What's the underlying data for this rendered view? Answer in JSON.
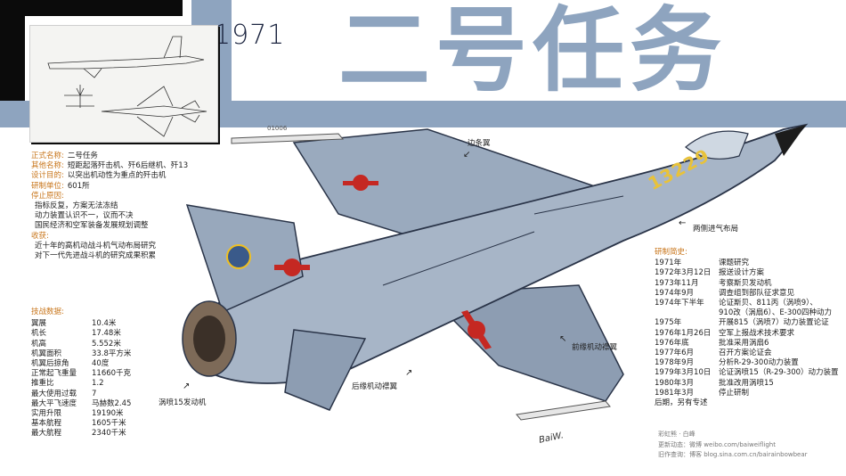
{
  "header": {
    "year": "1971",
    "title": "二号任务"
  },
  "info": {
    "items": [
      {
        "label": "正式名称:",
        "value": "二号任务"
      },
      {
        "label": "其他名称:",
        "value": "短距起落歼击机、歼6后继机、歼13"
      },
      {
        "label": "设计目的:",
        "value": "以突出机动性为重点的歼击机"
      },
      {
        "label": "研制单位:",
        "value": "601所"
      }
    ],
    "stop_heading": "停止原因:",
    "stop_reasons": [
      "指标反复，方案无法冻结",
      "动力装置认识不一，议而不决",
      "国民经济和空军装备发展规划调整"
    ],
    "harvest_heading": "收获:",
    "harvest": [
      "近十年的高机动战斗机气动布局研究",
      "对下一代先进战斗机的研究成果积累"
    ]
  },
  "specs": {
    "heading": "技战数据:",
    "rows": [
      {
        "label": "翼展",
        "value": "10.4米"
      },
      {
        "label": "机长",
        "value": "17.48米"
      },
      {
        "label": "机高",
        "value": "5.552米"
      },
      {
        "label": "机翼面积",
        "value": "33.8平方米"
      },
      {
        "label": "机翼后掠角",
        "value": "40度"
      },
      {
        "label": "正常起飞重量",
        "value": "11660千克"
      },
      {
        "label": "推重比",
        "value": "1.2"
      },
      {
        "label": "最大使用过载",
        "value": "7"
      },
      {
        "label": "最大平飞速度",
        "value": "马赫数2.45"
      },
      {
        "label": "实用升限",
        "value": "19190米"
      },
      {
        "label": "基本航程",
        "value": "1605千米"
      },
      {
        "label": "最大航程",
        "value": "2340千米"
      }
    ]
  },
  "history": {
    "heading": "研制简史:",
    "rows": [
      {
        "date": "1971年",
        "event": "课题研究"
      },
      {
        "date": "1972年3月12日",
        "event": "报送设计方案"
      },
      {
        "date": "1973年11月",
        "event": "考察斯贝发动机"
      },
      {
        "date": "1974年9月",
        "event": "调查组到部队征求意见"
      },
      {
        "date": "1974年下半年",
        "event": "论证斯贝、811丙（涡喷9）、"
      },
      {
        "date": "",
        "event": "910改（涡扇6）、E-300四种动力"
      },
      {
        "date": "1975年",
        "event": "开展815（涡喷7）动力装置论证"
      },
      {
        "date": "1976年1月26日",
        "event": "空军上报战术技术要求"
      },
      {
        "date": "1976年底",
        "event": "批准采用涡扇6"
      },
      {
        "date": "1977年6月",
        "event": "召开方案论证会"
      },
      {
        "date": "1978年9月",
        "event": "分析R-29-300动力装置"
      },
      {
        "date": "1979年3月10日",
        "event": "论证涡喷15（R-29-300）动力装置"
      },
      {
        "date": "1980年3月",
        "event": "批准改用涡喷15"
      },
      {
        "date": "1981年3月",
        "event": "停止研制"
      },
      {
        "date": "后期，另有专述",
        "event": ""
      }
    ]
  },
  "callouts": {
    "strake": "边条翼",
    "inlets": "两侧进气布局",
    "le_flaps": "前缘机动襟翼",
    "te_flaps": "后缘机动襟翼",
    "engine": "涡喷15发动机"
  },
  "aircraft": {
    "serial": "13229",
    "nose_mark": "01006"
  },
  "credits": {
    "author": "彩虹熊 · 白峰",
    "weibo_label": "更新动态：",
    "weibo": "微博 weibo.com/baiweiflight",
    "blog_label": "旧作查询：",
    "blog": "博客 blog.sina.com.cn/bairainbowbear",
    "signature": "BaiW."
  },
  "colors": {
    "title": "#8ea4bf",
    "accent": "#c8751a",
    "dark": "#1c2540",
    "airframe": "#9aaabe"
  }
}
